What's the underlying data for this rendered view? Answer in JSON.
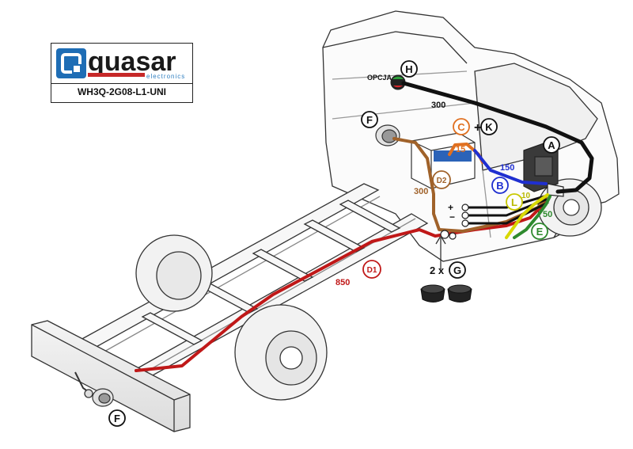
{
  "brand": {
    "name": "quasar",
    "tagline": "electronics",
    "product_code": "WH3Q-2G08-L1-UNI"
  },
  "markers": {
    "A": "A",
    "B": "B",
    "C": "C",
    "D1": "D1",
    "D2": "D2",
    "E": "E",
    "F_top": "F",
    "F_bottom": "F",
    "G": "G",
    "H": "H",
    "K": "K",
    "L": "L"
  },
  "labels": {
    "opcja": "OPCJA",
    "plus_sign": "+",
    "quantity_prefix": "2 x",
    "plus_terminal": "+",
    "minus_terminal": "−"
  },
  "lengths": {
    "h_cable": "300",
    "c_cable": "15",
    "b_cable": "150",
    "d2_cable": "300",
    "l_cable": "10",
    "e_cable": "50",
    "d1_cable": "850"
  },
  "colors": {
    "A": "#111111",
    "B": "#1f2fd0",
    "C": "#e07020",
    "D1": "#c01818",
    "D2": "#a0622a",
    "E": "#2e8a2e",
    "L": "#d8d800",
    "H": "#111111"
  }
}
